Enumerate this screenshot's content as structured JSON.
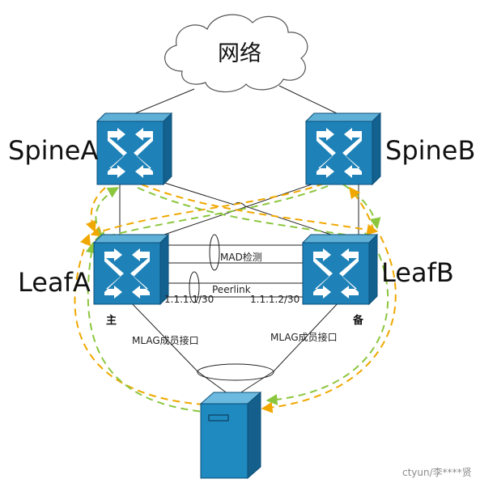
{
  "cloud": {
    "label": "网络"
  },
  "nodes": {
    "spine_a": "SpineA",
    "spine_b": "SpineB",
    "leaf_a": "LeafA",
    "leaf_b": "LeafB"
  },
  "links": {
    "mad": "MAD检测",
    "peerlink": "Peerlink",
    "ip_a": "1.1.1.1/30",
    "ip_b": "1.1.1.2/30",
    "mlag_a": "MLAG成员接口",
    "mlag_b": "MLAG成员接口"
  },
  "roles": {
    "primary": "主",
    "backup": "备"
  },
  "watermark": "ctyun/李****贤",
  "colors": {
    "switch_face": "#1e82b8",
    "switch_top": "#5fb0d6",
    "switch_side": "#13618f",
    "server_face": "#1f8ac0",
    "orange_path": "#f0a800",
    "green_path": "#8cc63f"
  }
}
